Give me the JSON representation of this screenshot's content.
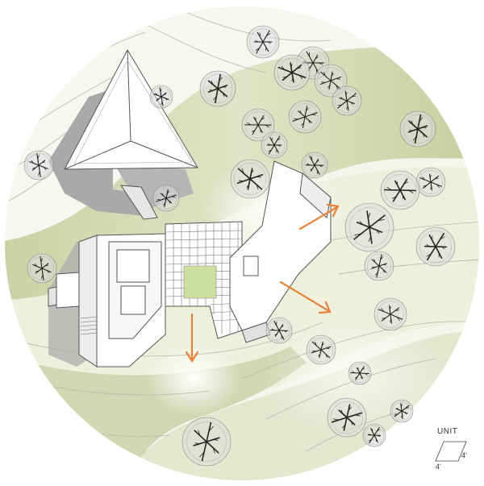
{
  "scale_key": {
    "label": "UNIT",
    "dim_a": "4'",
    "dim_b": "4'"
  },
  "colors": {
    "ground_light": "#eef0e2",
    "ground_band": "#cfd6b0",
    "green_courtyard": "#cfe0a0",
    "shadow": "#9a9a9a",
    "arrow": "#e8823a",
    "tree_canopy": "#dcdcdc",
    "tree_branches": "#222222"
  },
  "trees": [
    {
      "id": "t1"
    },
    {
      "id": "t2"
    },
    {
      "id": "t3"
    },
    {
      "id": "t4"
    },
    {
      "id": "t5"
    },
    {
      "id": "t6"
    },
    {
      "id": "t7"
    },
    {
      "id": "t8"
    },
    {
      "id": "t9"
    },
    {
      "id": "t10"
    },
    {
      "id": "t11"
    },
    {
      "id": "t12"
    },
    {
      "id": "t13"
    },
    {
      "id": "t14"
    },
    {
      "id": "t15"
    },
    {
      "id": "t16"
    },
    {
      "id": "t17"
    },
    {
      "id": "t18"
    },
    {
      "id": "t19"
    },
    {
      "id": "t20"
    },
    {
      "id": "t21"
    },
    {
      "id": "t22"
    },
    {
      "id": "t23"
    },
    {
      "id": "t24"
    },
    {
      "id": "t25"
    },
    {
      "id": "t26"
    },
    {
      "id": "t27"
    }
  ]
}
